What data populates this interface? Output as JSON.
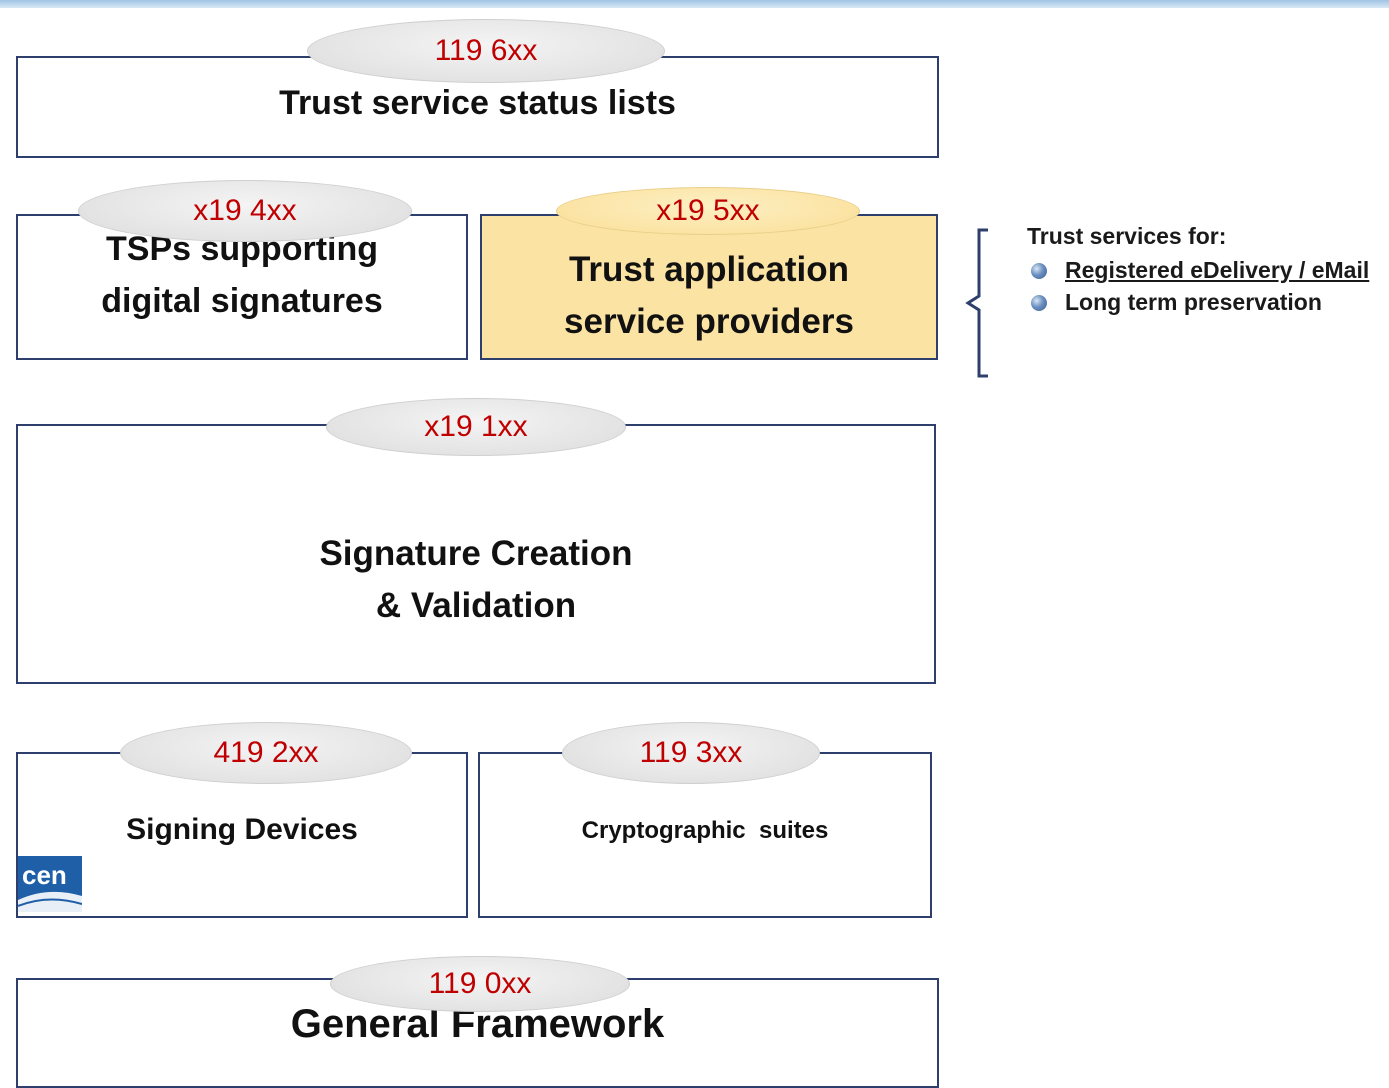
{
  "boxes": {
    "status_lists": {
      "code": "119 6xx",
      "title": "Trust service status lists"
    },
    "tsp_signatures": {
      "code": "x19 4xx",
      "title_line1": "TSPs supporting",
      "title_line2": "digital signatures"
    },
    "trust_app_providers": {
      "code": "x19 5xx",
      "title_line1": "Trust application",
      "title_line2": "service providers"
    },
    "signature_creation": {
      "code": "x19 1xx",
      "title_line1": "Signature Creation",
      "title_line2": "& Validation"
    },
    "signing_devices": {
      "code": "419 2xx",
      "title": "Signing Devices"
    },
    "crypto_suites": {
      "code": "119 3xx",
      "title": "Cryptographic  suites"
    },
    "general_framework": {
      "code": "119 0xx",
      "title": "General Framework"
    }
  },
  "side_note": {
    "heading": "Trust services for:",
    "items": [
      "Registered eDelivery / eMail",
      "Long term preservation"
    ]
  },
  "logo": {
    "text": "cen"
  },
  "colors": {
    "box_border": "#2e3f6e",
    "code_text": "#c00000",
    "highlight_fill": "#fbe3a3",
    "oval_fill": "#e3e3e3"
  }
}
